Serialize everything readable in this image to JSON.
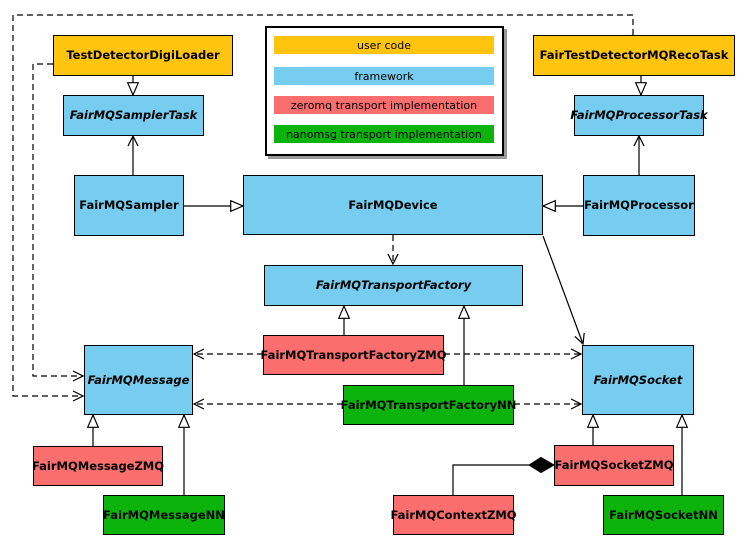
{
  "legend": {
    "items": [
      {
        "label": "user code",
        "color": "#FFC40D"
      },
      {
        "label": "framework",
        "color": "#77CDF0"
      },
      {
        "label": "zeromq transport implementation",
        "color": "#FA6E6E"
      },
      {
        "label": "nanomsg transport implementation",
        "color": "#0BB30B"
      }
    ]
  },
  "colors": {
    "user_code": "#FFC40D",
    "framework": "#77CDF0",
    "zeromq": "#FA6E6E",
    "nanomsg": "#0BB30B",
    "line": "#000000",
    "legend_shadow": "#999999"
  },
  "nodes": {
    "digiloader": {
      "label": "TestDetectorDigiLoader",
      "category": "user code",
      "abstract": false
    },
    "recotask": {
      "label": "FairTestDetectorMQRecoTask",
      "category": "user code",
      "abstract": false
    },
    "samplertask": {
      "label": "FairMQSamplerTask",
      "category": "framework",
      "abstract": true
    },
    "processortask": {
      "label": "FairMQProcessorTask",
      "category": "framework",
      "abstract": true
    },
    "sampler": {
      "label": "FairMQSampler",
      "category": "framework",
      "abstract": false
    },
    "device": {
      "label": "FairMQDevice",
      "category": "framework",
      "abstract": false
    },
    "processor": {
      "label": "FairMQProcessor",
      "category": "framework",
      "abstract": false
    },
    "transportfactory": {
      "label": "FairMQTransportFactory",
      "category": "framework",
      "abstract": true
    },
    "tfzmq": {
      "label": "FairMQTransportFactoryZMQ",
      "category": "zeromq",
      "abstract": false
    },
    "tfnn": {
      "label": "FairMQTransportFactoryNN",
      "category": "nanomsg",
      "abstract": false
    },
    "message": {
      "label": "FairMQMessage",
      "category": "framework",
      "abstract": true
    },
    "socket": {
      "label": "FairMQSocket",
      "category": "framework",
      "abstract": true
    },
    "messagezmq": {
      "label": "FairMQMessageZMQ",
      "category": "zeromq",
      "abstract": false
    },
    "messagenn": {
      "label": "FairMQMessageNN",
      "category": "nanomsg",
      "abstract": false
    },
    "socketzmq": {
      "label": "FairMQSocketZMQ",
      "category": "zeromq",
      "abstract": false
    },
    "socketnn": {
      "label": "FairMQSocketNN",
      "category": "nanomsg",
      "abstract": false
    },
    "contextzmq": {
      "label": "FairMQContextZMQ",
      "category": "zeromq",
      "abstract": false
    }
  },
  "edges": [
    {
      "from": "TestDetectorDigiLoader",
      "to": "FairMQSamplerTask",
      "type": "inheritance"
    },
    {
      "from": "FairTestDetectorMQRecoTask",
      "to": "FairMQProcessorTask",
      "type": "inheritance"
    },
    {
      "from": "FairMQSampler",
      "to": "FairMQDevice",
      "type": "inheritance"
    },
    {
      "from": "FairMQProcessor",
      "to": "FairMQDevice",
      "type": "inheritance"
    },
    {
      "from": "FairMQSampler",
      "to": "FairMQSamplerTask",
      "type": "association"
    },
    {
      "from": "FairMQProcessor",
      "to": "FairMQProcessorTask",
      "type": "association"
    },
    {
      "from": "FairMQDevice",
      "to": "FairMQSocket",
      "type": "association"
    },
    {
      "from": "FairMQDevice",
      "to": "FairMQTransportFactory",
      "type": "dependency"
    },
    {
      "from": "FairMQTransportFactoryZMQ",
      "to": "FairMQTransportFactory",
      "type": "inheritance"
    },
    {
      "from": "FairMQTransportFactoryNN",
      "to": "FairMQTransportFactory",
      "type": "inheritance"
    },
    {
      "from": "FairMQTransportFactoryZMQ",
      "to": "FairMQMessage",
      "type": "dependency"
    },
    {
      "from": "FairMQTransportFactoryZMQ",
      "to": "FairMQSocket",
      "type": "dependency"
    },
    {
      "from": "FairMQTransportFactoryNN",
      "to": "FairMQMessage",
      "type": "dependency"
    },
    {
      "from": "FairMQTransportFactoryNN",
      "to": "FairMQSocket",
      "type": "dependency"
    },
    {
      "from": "TestDetectorDigiLoader",
      "to": "FairMQMessage",
      "type": "dependency"
    },
    {
      "from": "FairTestDetectorMQRecoTask",
      "to": "FairMQMessage",
      "type": "dependency"
    },
    {
      "from": "FairMQMessageZMQ",
      "to": "FairMQMessage",
      "type": "inheritance"
    },
    {
      "from": "FairMQMessageNN",
      "to": "FairMQMessage",
      "type": "inheritance"
    },
    {
      "from": "FairMQSocketZMQ",
      "to": "FairMQSocket",
      "type": "inheritance"
    },
    {
      "from": "FairMQSocketNN",
      "to": "FairMQSocket",
      "type": "inheritance"
    },
    {
      "from": "FairMQSocketZMQ",
      "to": "FairMQContextZMQ",
      "type": "composition"
    }
  ]
}
